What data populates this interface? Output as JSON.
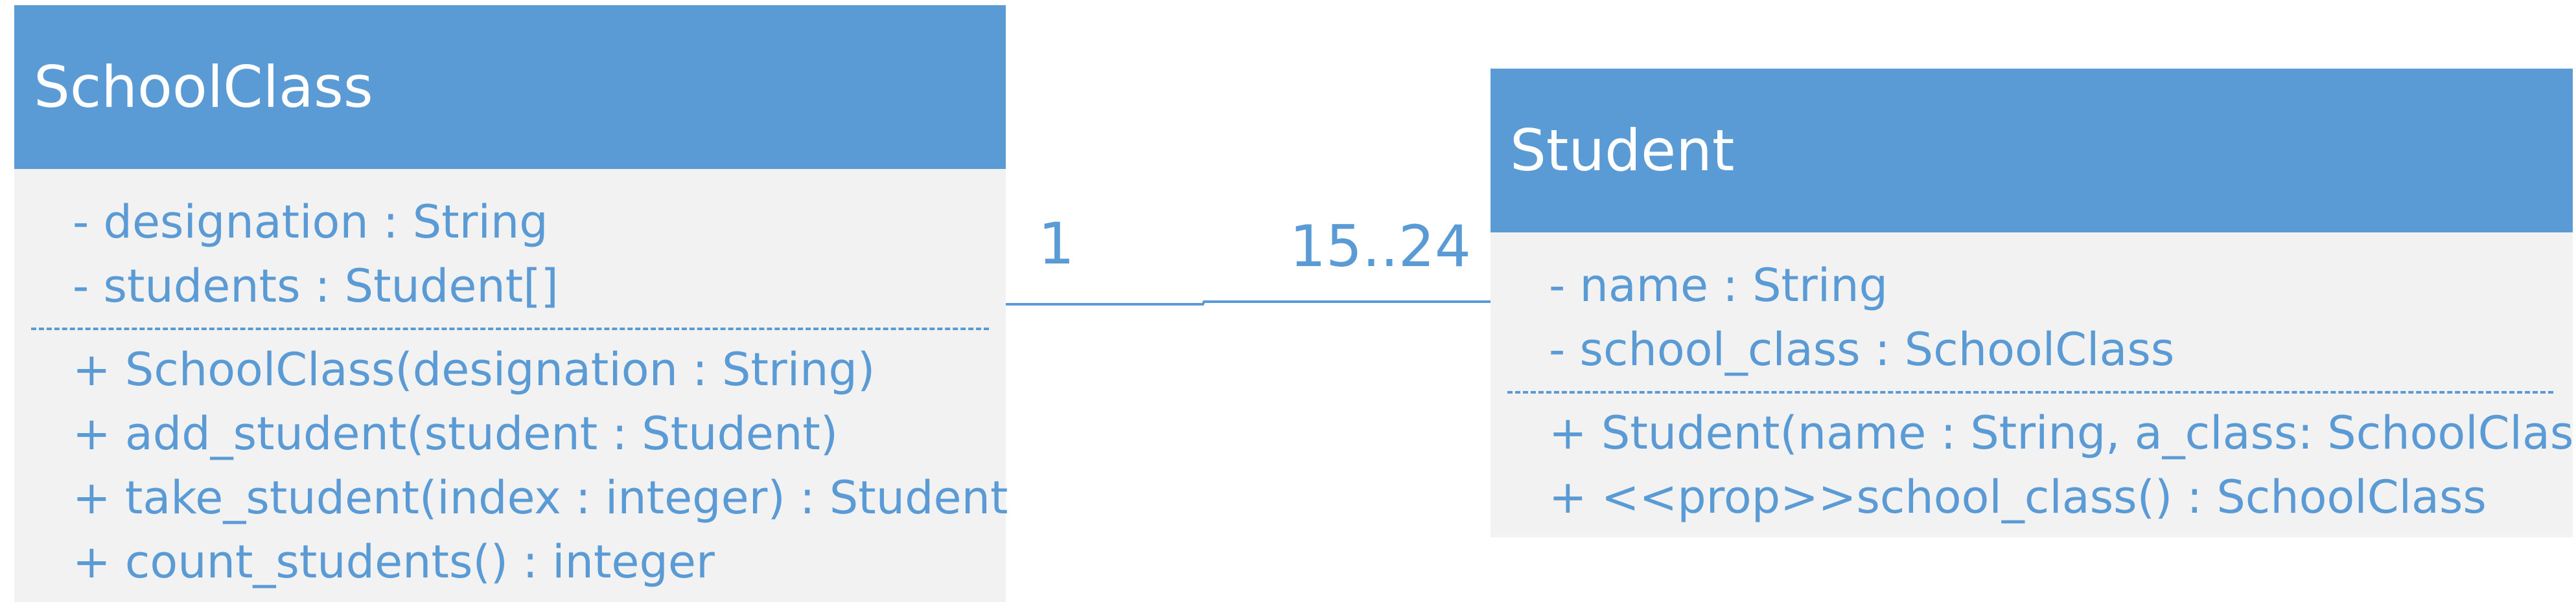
{
  "colors": {
    "header_fill": "#5b9bd5",
    "body_fill": "#f2f2f2",
    "text": "#5b9bd5",
    "header_text": "#ffffff"
  },
  "classes": {
    "school_class": {
      "name": "SchoolClass",
      "attributes": [
        "- designation : String",
        "- students : Student[]"
      ],
      "methods": [
        "+ SchoolClass(designation : String)",
        "+ add_student(student : Student)",
        "+ take_student(index : integer) : Student",
        "+ count_students() : integer"
      ]
    },
    "student": {
      "name": "Student",
      "attributes": [
        "- name : String",
        "- school_class : SchoolClass"
      ],
      "methods": [
        "+ Student(name : String, a_class: SchoolClass)",
        "+ <<prop>>school_class() : SchoolClass"
      ]
    }
  },
  "association": {
    "from_multiplicity": "1",
    "to_multiplicity": "15..24"
  }
}
